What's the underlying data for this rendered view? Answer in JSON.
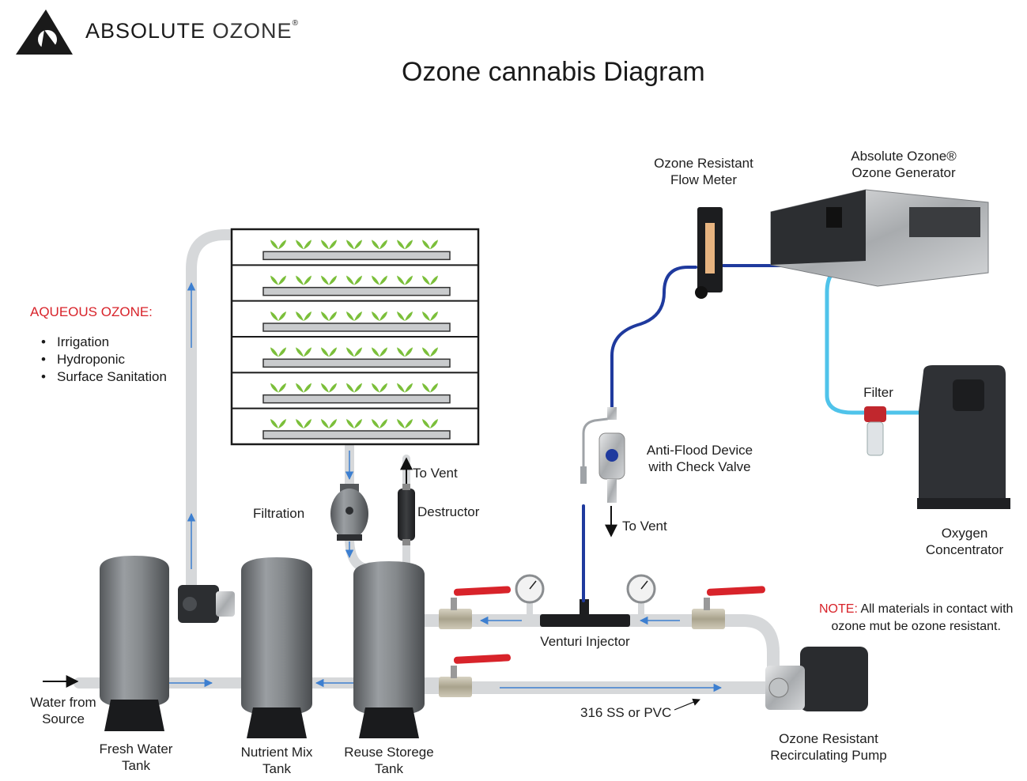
{
  "brand": {
    "name_part1": "ABSOLUTE",
    "name_part2": "OZONE",
    "registered": "®"
  },
  "title": "Ozone cannabis Diagram",
  "aqueous": {
    "heading": "AQUEOUS OZONE:",
    "items": [
      "Irrigation",
      "Hydroponic",
      "Surface Sanitation"
    ]
  },
  "labels": {
    "flow_meter_1": "Ozone Resistant",
    "flow_meter_2": "Flow Meter",
    "generator_1": "Absolute Ozone®",
    "generator_2": "Ozone Generator",
    "filter": "Filter",
    "anti_flood_1": "Anti-Flood Device",
    "anti_flood_2": "with Check Valve",
    "to_vent_top": "To Vent",
    "to_vent_bottom": "To Vent",
    "destructor": "Destructor",
    "filtration": "Filtration",
    "oxygen_1": "Oxygen",
    "oxygen_2": "Concentrator",
    "venturi": "Venturi Injector",
    "pipe_material": "316 SS or PVC",
    "water_source_1": "Water from",
    "water_source_2": "Source",
    "fresh_tank_1": "Fresh Water",
    "fresh_tank_2": "Tank",
    "nutrient_tank_1": "Nutrient Mix",
    "nutrient_tank_2": "Tank",
    "reuse_tank_1": "Reuse Storege",
    "reuse_tank_2": "Tank",
    "pump_1": "Ozone Resistant",
    "pump_2": "Recirculating Pump"
  },
  "note": {
    "prefix": "NOTE:",
    "line1": " All materials in contact with",
    "line2": "ozone mut be ozone resistant."
  },
  "colors": {
    "pipe": "#d6d8da",
    "flow_arrow": "#3d7fd0",
    "ozone_tube": "#1f3a9e",
    "oxygen_tube": "#4fc3ea",
    "valve_handle": "#d8232a",
    "note_red": "#d8232a",
    "tank": "#76797c",
    "plant": "#7bbf3a"
  }
}
